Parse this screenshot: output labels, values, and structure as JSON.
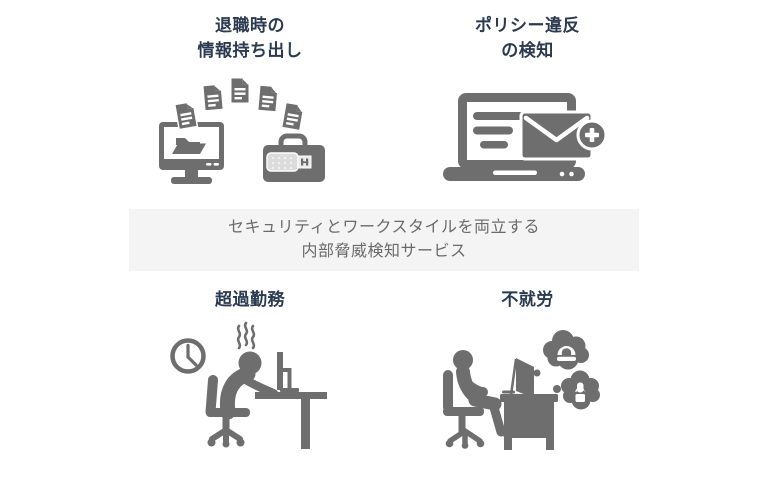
{
  "colors": {
    "heading": "#2b3a50",
    "icon": "#6e6e6e",
    "band_background": "#f4f4f4",
    "band_text": "#6a6a6a",
    "page_background": "#ffffff"
  },
  "quadrants": {
    "top_left": {
      "title_line1": "退職時の",
      "title_line2": "情報持ち出し",
      "icon_name": "monitor-documents-briefcase-usb-icon"
    },
    "top_right": {
      "title_line1": "ポリシー違反",
      "title_line2": "の検知",
      "icon_name": "laptop-email-add-icon"
    },
    "bottom_left": {
      "title": "超過勤務",
      "icon_name": "overtime-worker-clock-icon"
    },
    "bottom_right": {
      "title": "不就労",
      "icon_name": "idle-worker-daydream-icon"
    }
  },
  "center_banner": {
    "line1": "セキュリティとワークスタイルを両立する",
    "line2": "内部脅威検知サービス"
  }
}
